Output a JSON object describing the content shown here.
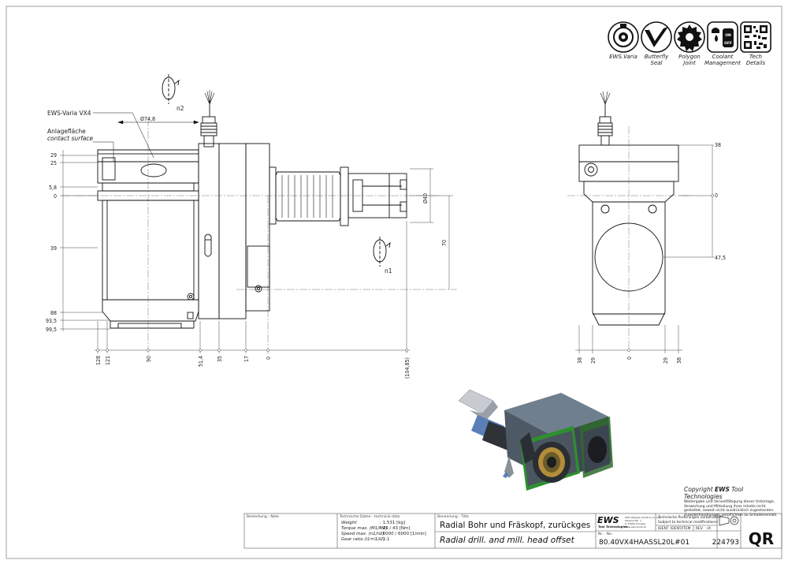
{
  "icons": [
    {
      "name": "EWS.Varia",
      "lines": [
        "EWS.Varia"
      ]
    },
    {
      "name": "Butterfly Seal",
      "lines": [
        "Butterfly",
        "Seal"
      ]
    },
    {
      "name": "Polygon Joint",
      "lines": [
        "Polygon",
        "Joint"
      ]
    },
    {
      "name": "Coolant Management",
      "lines": [
        "Coolant",
        "Management"
      ]
    },
    {
      "name": "Tech Details",
      "lines": [
        "Tech",
        "Details"
      ]
    }
  ],
  "coolant_icon_text": {
    "on": "ON",
    "off": "OFF"
  },
  "front_view": {
    "part_label": "EWS-Varia VX4",
    "contact_label_de": "Anlagefläche",
    "contact_label_en": "contact surface",
    "diameter_top": "Ø74,8",
    "diameter_spindle": "Ø40",
    "rotation_n1": "n1",
    "rotation_n2": "n2",
    "left_dims": [
      "29",
      "25",
      "5,8",
      "0",
      "39",
      "88",
      "93,5",
      "99,5"
    ],
    "bottom_dims": [
      "128",
      "121",
      "90",
      "51,4",
      "35",
      "17",
      "0",
      "(104,85)"
    ],
    "right_dim": "70"
  },
  "side_view": {
    "right_dims": [
      "38",
      "0",
      "47,5"
    ],
    "bottom_dims": [
      "38",
      "29",
      "0",
      "29",
      "38"
    ]
  },
  "copyright": {
    "title_prefix": "Copyright",
    "brand": "EWS",
    "brand_rest": "Tool Technologies",
    "lines": [
      "Weitergabe und Vervielfältigung dieser Unterlage,",
      "Verwertung und Mitteilung ihres Inhalts nicht",
      "gestattet, soweit nicht ausdrücklich zugestanden.",
      "Zuwiderhandlungen verpflichten zu Schadenersatz."
    ]
  },
  "title_block": {
    "remarks_label": "Bemerkung - Note",
    "tech_label": "Technische Daten - technical data",
    "tech_rows": [
      {
        "label": "Weight",
        "value": ":  1.531 [kg]"
      },
      {
        "label": "Torque max. (M1/M2)",
        "value": ":  43 / 43 [Nm]"
      },
      {
        "label": "Speed max. (n1/n2)",
        "value": ":  6000 / 6000 [1/min]"
      },
      {
        "label": "Gear ratio  (i1=i1/i2)",
        "value": ":  1:1"
      }
    ],
    "name_label": "Benennung - Title",
    "title_de": "Radial Bohr und Fräskopf, zurückges",
    "title_en": "Radial drill. and mill. head offset",
    "company_logo": "EWS",
    "company_sub": "Tool Technologies",
    "company_addr": [
      "EWS Weigele GmbH & Co. KG",
      "Maybachstr. 1",
      "D-73066 Uhingen",
      "www.ews-tools.de"
    ],
    "changes_de": "Technische Änderungen vorbehalten!",
    "changes_en": "Subject to technical modifications!",
    "ident_label": "IDENT",
    "ident_value": "IDENT/ITEM",
    "rev_label": "REV.",
    "rev_value": "-/A",
    "part_no_label": "Nr. - No.",
    "part_no": "80.40VX4HAASSL20L#01",
    "id_no": "224793",
    "qr": "QR"
  }
}
